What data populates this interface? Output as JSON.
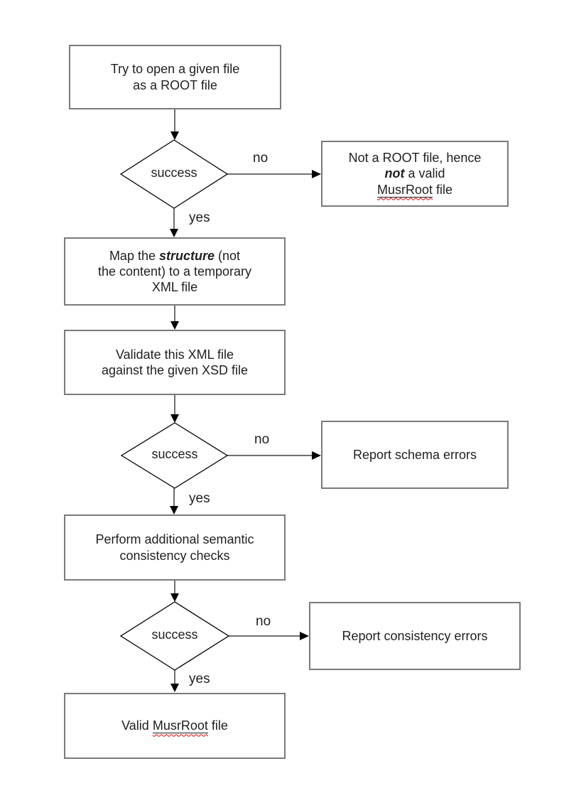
{
  "nodes": {
    "open_file": {
      "lines": [
        [
          {
            "t": "Try to open a given file"
          }
        ],
        [
          {
            "t": "as a ROOT file"
          }
        ]
      ]
    },
    "decision1": {
      "lines": [
        [
          {
            "t": "success"
          }
        ]
      ]
    },
    "not_root": {
      "lines": [
        [
          {
            "t": "Not a ROOT file, hence"
          }
        ],
        [
          {
            "t": "not",
            "style": "bi"
          },
          {
            "t": " a valid"
          }
        ],
        [
          {
            "t": "MusrRoot",
            "style": "um"
          },
          {
            "t": " file"
          }
        ]
      ]
    },
    "map_structure": {
      "lines": [
        [
          {
            "t": "Map the "
          },
          {
            "t": "structure",
            "style": "bi"
          },
          {
            "t": " (not"
          }
        ],
        [
          {
            "t": "the content) to a temporary"
          }
        ],
        [
          {
            "t": "XML file"
          }
        ]
      ]
    },
    "validate_xml": {
      "lines": [
        [
          {
            "t": "Validate this XML file"
          }
        ],
        [
          {
            "t": "against the given XSD file"
          }
        ]
      ]
    },
    "decision2": {
      "lines": [
        [
          {
            "t": "success"
          }
        ]
      ]
    },
    "report_schema": {
      "lines": [
        [
          {
            "t": "Report schema errors"
          }
        ]
      ]
    },
    "semantic_checks": {
      "lines": [
        [
          {
            "t": "Perform additional semantic"
          }
        ],
        [
          {
            "t": "consistency checks"
          }
        ]
      ]
    },
    "decision3": {
      "lines": [
        [
          {
            "t": "success"
          }
        ]
      ]
    },
    "report_consistency": {
      "lines": [
        [
          {
            "t": "Report consistency errors"
          }
        ]
      ]
    },
    "valid_file": {
      "lines": [
        [
          {
            "t": "Valid "
          },
          {
            "t": "MusrRoot",
            "style": "um"
          },
          {
            "t": " file"
          }
        ]
      ]
    }
  },
  "edge_labels": {
    "no1": "no",
    "yes1": "yes",
    "no2": "no",
    "yes2": "yes",
    "no3": "no",
    "yes3": "yes"
  },
  "colors": {
    "background": "#ffffff",
    "box_border": "#7a7a7a",
    "diamond_stroke": "#000000",
    "connector": "#6f6f6f",
    "arrowhead": "#000000",
    "text": "#1f1f1f",
    "misspell_squiggle": "#e00000"
  }
}
